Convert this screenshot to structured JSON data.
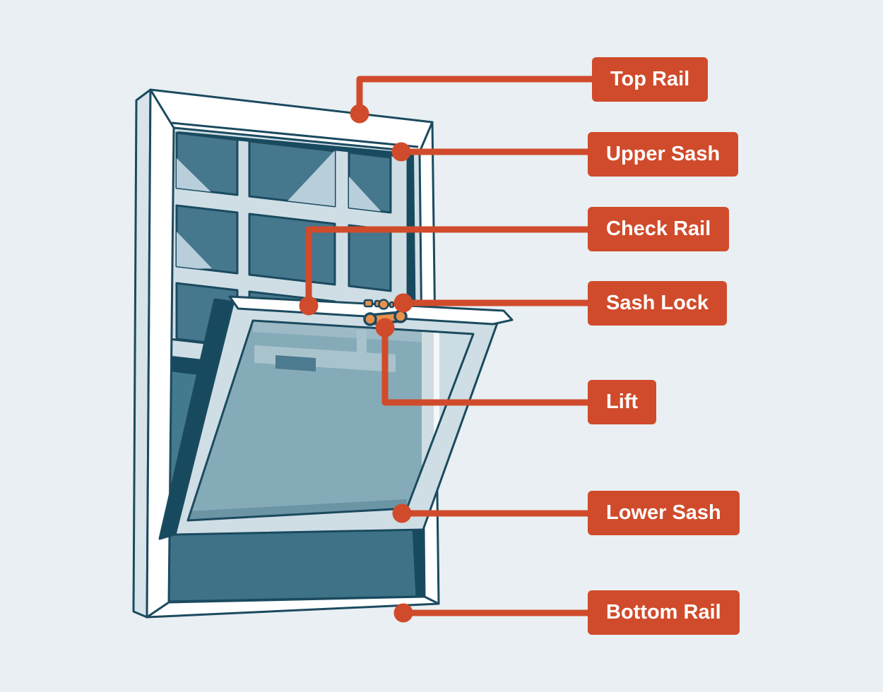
{
  "diagram": {
    "subject": "double-hung-window-parts",
    "background": "#e9eff2"
  },
  "colors": {
    "accent": "#d04b2b",
    "outline": "#1b4a5f",
    "frame_white": "#ffffff",
    "sash_gray": "#cfdee5",
    "upper_glass": "#45778d",
    "glass_highlight": "#b8ceda",
    "tilted_glass": "#85abb9",
    "interior": "#447a8e",
    "interior_lower": "#3d7287",
    "deep_shadow": "#174a5e",
    "hardware_orange": "#e8914d",
    "label_text": "#ffffff"
  },
  "labels": [
    {
      "id": "top-rail",
      "text": "Top Rail"
    },
    {
      "id": "upper-sash",
      "text": "Upper Sash"
    },
    {
      "id": "check-rail",
      "text": "Check Rail"
    },
    {
      "id": "sash-lock",
      "text": "Sash Lock"
    },
    {
      "id": "lift",
      "text": "Lift"
    },
    {
      "id": "lower-sash",
      "text": "Lower Sash"
    },
    {
      "id": "bottom-rail",
      "text": "Bottom Rail"
    }
  ]
}
